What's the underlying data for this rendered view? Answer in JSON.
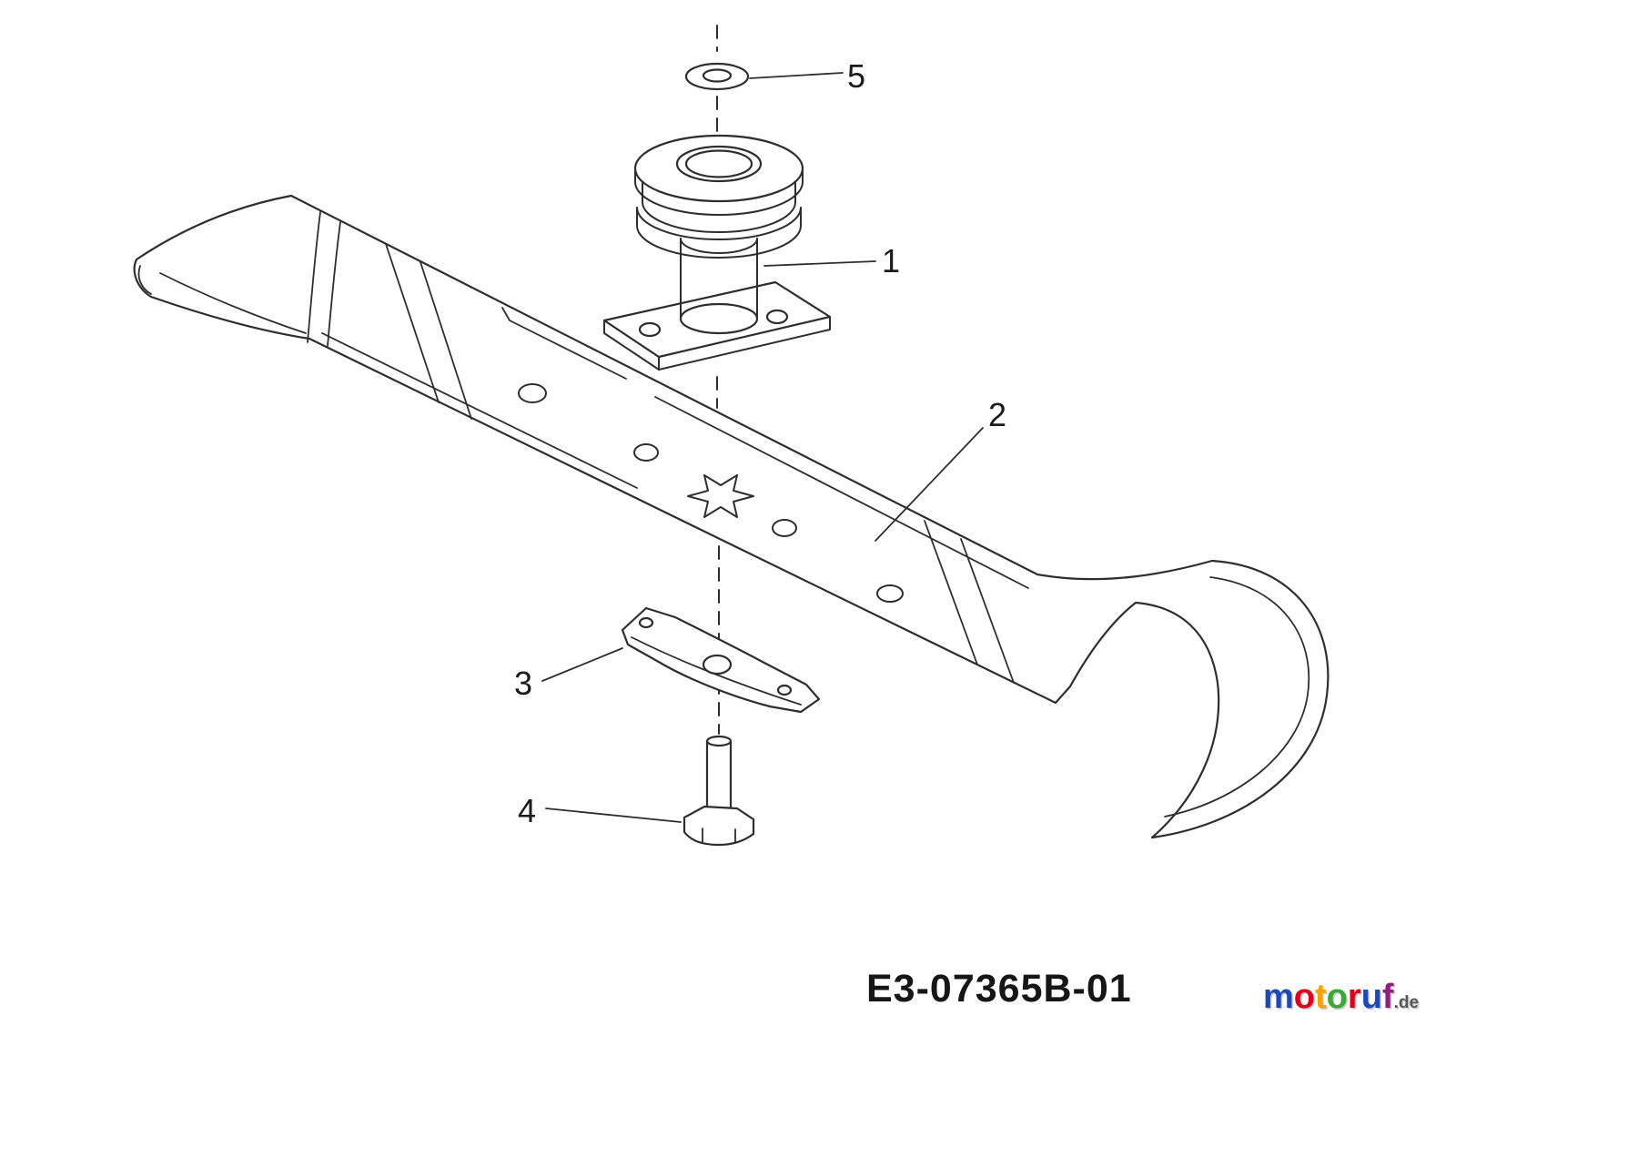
{
  "diagram": {
    "title_code": "E3-07365B-01",
    "callouts": {
      "c1": "1",
      "c2": "2",
      "c3": "3",
      "c4": "4",
      "c5": "5"
    },
    "parts": [
      {
        "callout": "5",
        "name": "washer"
      },
      {
        "callout": "1",
        "name": "blade-adapter"
      },
      {
        "callout": "2",
        "name": "blade"
      },
      {
        "callout": "3",
        "name": "blade-holder"
      },
      {
        "callout": "4",
        "name": "hex-bolt"
      }
    ]
  },
  "watermark": {
    "letters": [
      {
        "char": "m",
        "color": "#1b49b8"
      },
      {
        "char": "o",
        "color": "#e2001a"
      },
      {
        "char": "t",
        "color": "#f6a500"
      },
      {
        "char": "o",
        "color": "#3aaa35"
      },
      {
        "char": "r",
        "color": "#e2001a"
      },
      {
        "char": "u",
        "color": "#1b49b8"
      },
      {
        "char": "f",
        "color": "#951b81"
      }
    ],
    "suffix": ".de",
    "suffix_color": "#575756"
  },
  "colors": {
    "line": "#2e2e2e",
    "background": "#ffffff",
    "label_text": "#1b1b1b"
  }
}
